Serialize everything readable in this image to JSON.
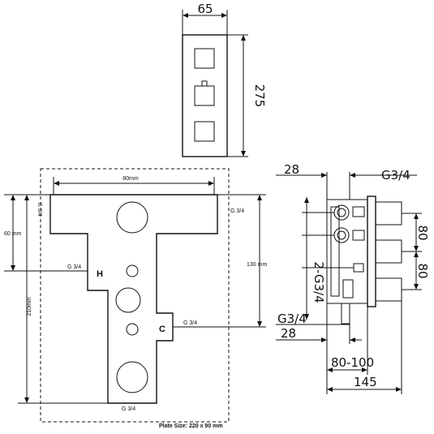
{
  "front_view": {
    "width_label": "65",
    "height_label": "275"
  },
  "plate_view": {
    "top_width_label": "80mm",
    "left_height_label": "60 mm",
    "total_height_label": "210mm",
    "right_height_label": "130 mm",
    "port_top_left": "G 3/4",
    "port_top_right": "G 3/4",
    "port_hot_label": "G 3/4",
    "port_cold_label": "G 3/4",
    "port_bottom_label": "G 3/4",
    "hot_letter": "H",
    "cold_letter": "C",
    "plate_size": "Plate Size: 220 x 90 mm"
  },
  "side_view": {
    "top_offset": "28",
    "top_thread": "G3/4",
    "spacing_1": "80",
    "spacing_2": "80",
    "side_thread": "2-G3/4",
    "bottom_thread": "G3/4",
    "bottom_offset": "28",
    "depth_range": "80-100",
    "total_depth": "145"
  }
}
